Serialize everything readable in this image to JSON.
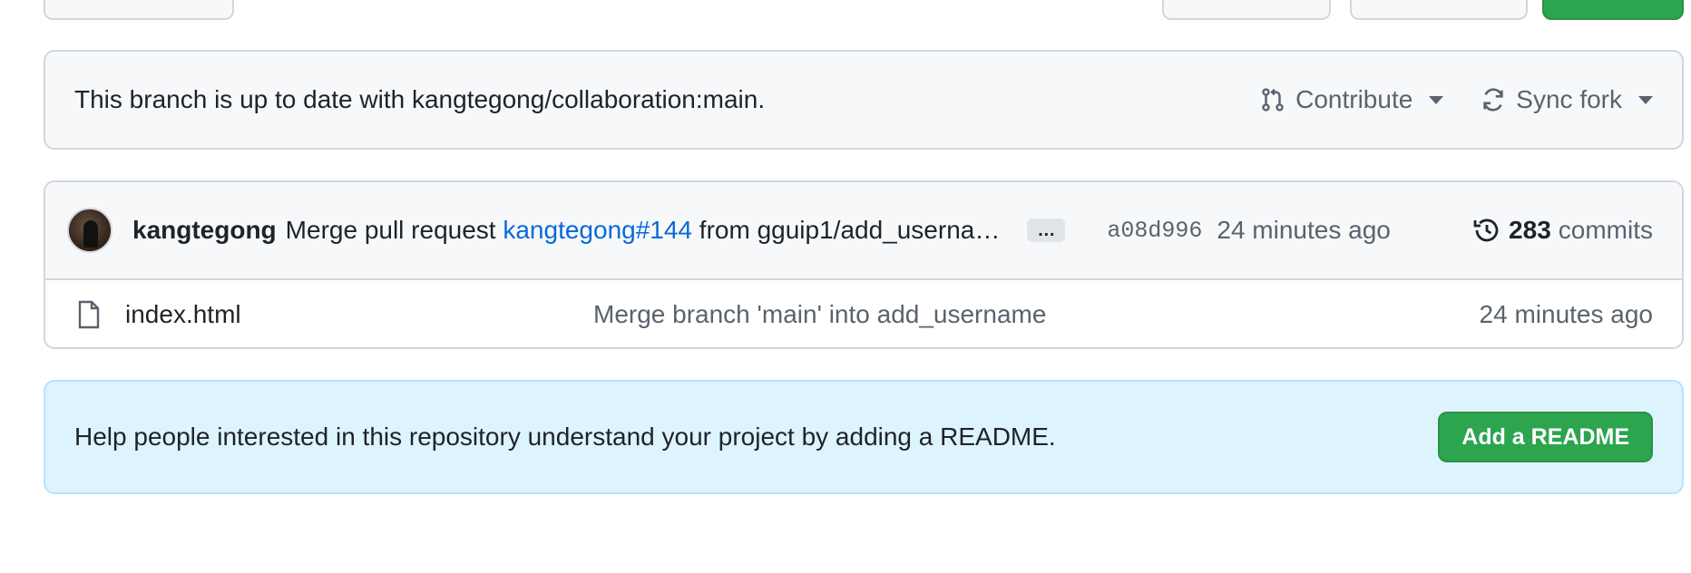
{
  "branch_status": {
    "message": "This branch is up to date with kangtegong/collaboration:main.",
    "contribute_label": "Contribute",
    "sync_label": "Sync fork"
  },
  "latest_commit": {
    "author": "kangtegong",
    "message_prefix": "Merge pull request",
    "pr_link": "kangtegong#144",
    "message_suffix": "from gguip1/add_userna…",
    "ellipsis": "…",
    "sha": "a08d996",
    "time": "24 minutes ago",
    "commit_count": "283",
    "commits_label": "commits"
  },
  "files": [
    {
      "name": "index.html",
      "message": "Merge branch 'main' into add_username",
      "time": "24 minutes ago",
      "icon": "file-icon"
    }
  ],
  "readme_banner": {
    "text": "Help people interested in this repository understand your project by adding a README.",
    "button_label": "Add a README"
  },
  "colors": {
    "accent_link": "#0969da",
    "primary_button": "#2da44e",
    "banner_bg": "#ddf4ff"
  }
}
